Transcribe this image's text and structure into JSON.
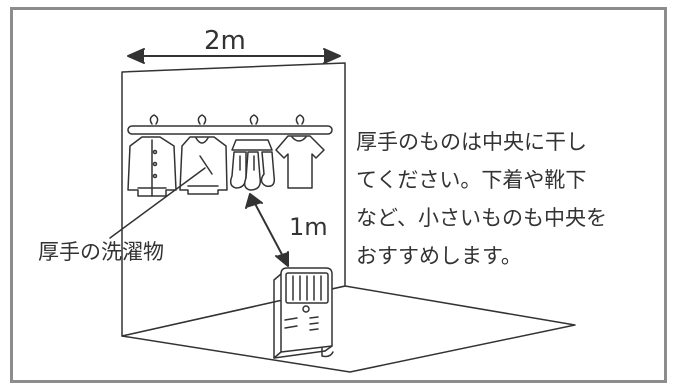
{
  "dimensions": {
    "width_label": "2m",
    "distance_label": "1m"
  },
  "labels": {
    "thick_laundry": "厚手の洗濯物"
  },
  "note": {
    "lines": [
      "厚手のものは中央に干し",
      "てください。下着や靴下",
      "など、小さいものも中央を",
      "おすすめします。"
    ]
  }
}
